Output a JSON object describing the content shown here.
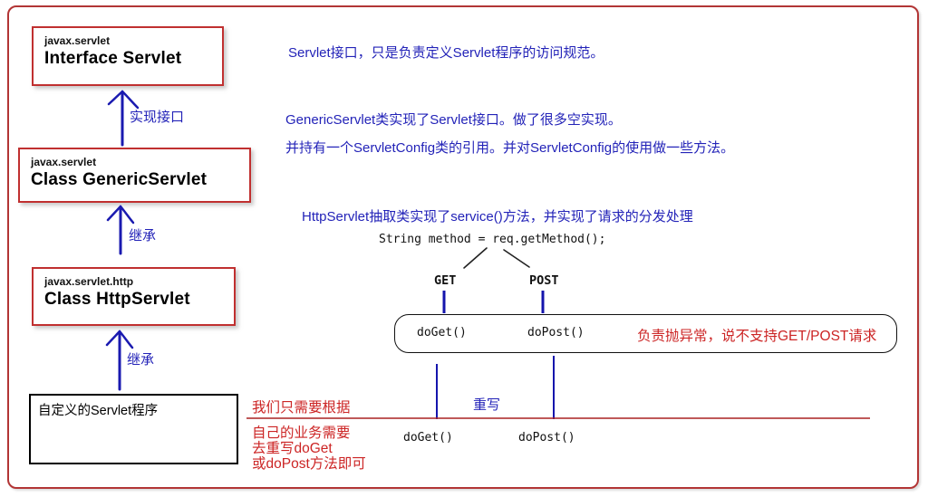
{
  "class_boxes": [
    {
      "package": "javax.servlet",
      "name": "Interface Servlet"
    },
    {
      "package": "javax.servlet",
      "name": "Class GenericServlet"
    },
    {
      "package": "javax.servlet.http",
      "name": "Class HttpServlet"
    }
  ],
  "custom_servlet_box": {
    "label": "自定义的Servlet程序"
  },
  "relation_labels": {
    "implement": "实现接口",
    "extend_generic": "继承",
    "extend_http": "继承",
    "override": "重写"
  },
  "annotations_blue": {
    "servlet_interface": "Servlet接口，只是负责定义Servlet程序的访问规范。",
    "generic_servlet_1": "GenericServlet类实现了Servlet接口。做了很多空实现。",
    "generic_servlet_2": "并持有一个ServletConfig类的引用。并对ServletConfig的使用做一些方法。",
    "http_servlet": "HttpServlet抽取类实现了service()方法，并实现了请求的分发处理"
  },
  "dispatch": {
    "code": "String method = req.getMethod();",
    "get_label": "GET",
    "post_label": "POST"
  },
  "method_box": {
    "do_get": "doGet()",
    "do_post": "doPost()",
    "note": "负责抛异常，说不支持GET/POST请求"
  },
  "override_section": {
    "do_get": "doGet()",
    "do_post": "doPost()",
    "note_top": "我们只需要根据",
    "note_line1": "自己的业务需要",
    "note_line2": "去重写doGet",
    "note_line3": "或doPost方法即可"
  },
  "colors": {
    "blue": "#2323b8",
    "red_text": "#cc2525",
    "box_border_red": "#c03030",
    "outer_border_red": "#b23535"
  }
}
